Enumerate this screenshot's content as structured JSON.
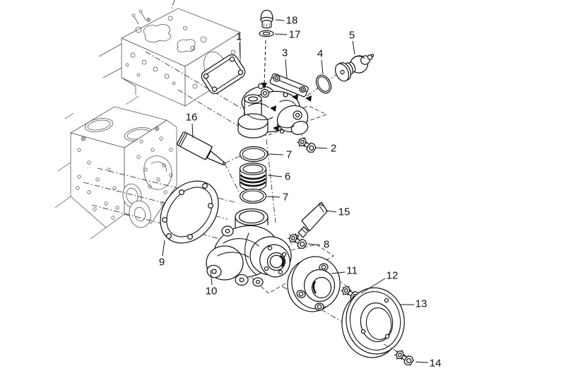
{
  "figure": {
    "figure_type": "exploded parts diagram",
    "background": "#ffffff",
    "line_color": "#161616",
    "callouts": [
      {
        "label": "18",
        "part": "plug"
      },
      {
        "label": "17",
        "part": "washer"
      },
      {
        "label": "1",
        "part": "housing-gasket"
      },
      {
        "label": "3",
        "part": "thermostat-housing"
      },
      {
        "label": "4",
        "part": "o-ring-seal"
      },
      {
        "label": "5",
        "part": "thermostat"
      },
      {
        "label": "16",
        "part": "sealant-tube"
      },
      {
        "label": "2",
        "part": "bolt-with-washer"
      },
      {
        "label": "7",
        "part": "o-ring-upper"
      },
      {
        "label": "6",
        "part": "connector-sleeve"
      },
      {
        "label": "7",
        "part": "o-ring-lower"
      },
      {
        "label": "15",
        "part": "sealant-tube"
      },
      {
        "label": "8",
        "part": "bolt-with-washer"
      },
      {
        "label": "9",
        "part": "pump-gasket"
      },
      {
        "label": "10",
        "part": "water-pump"
      },
      {
        "label": "11",
        "part": "hub-flange"
      },
      {
        "label": "12",
        "part": "bolt-with-washer"
      },
      {
        "label": "13",
        "part": "pulley"
      },
      {
        "label": "14",
        "part": "bolt-with-washer"
      }
    ]
  }
}
